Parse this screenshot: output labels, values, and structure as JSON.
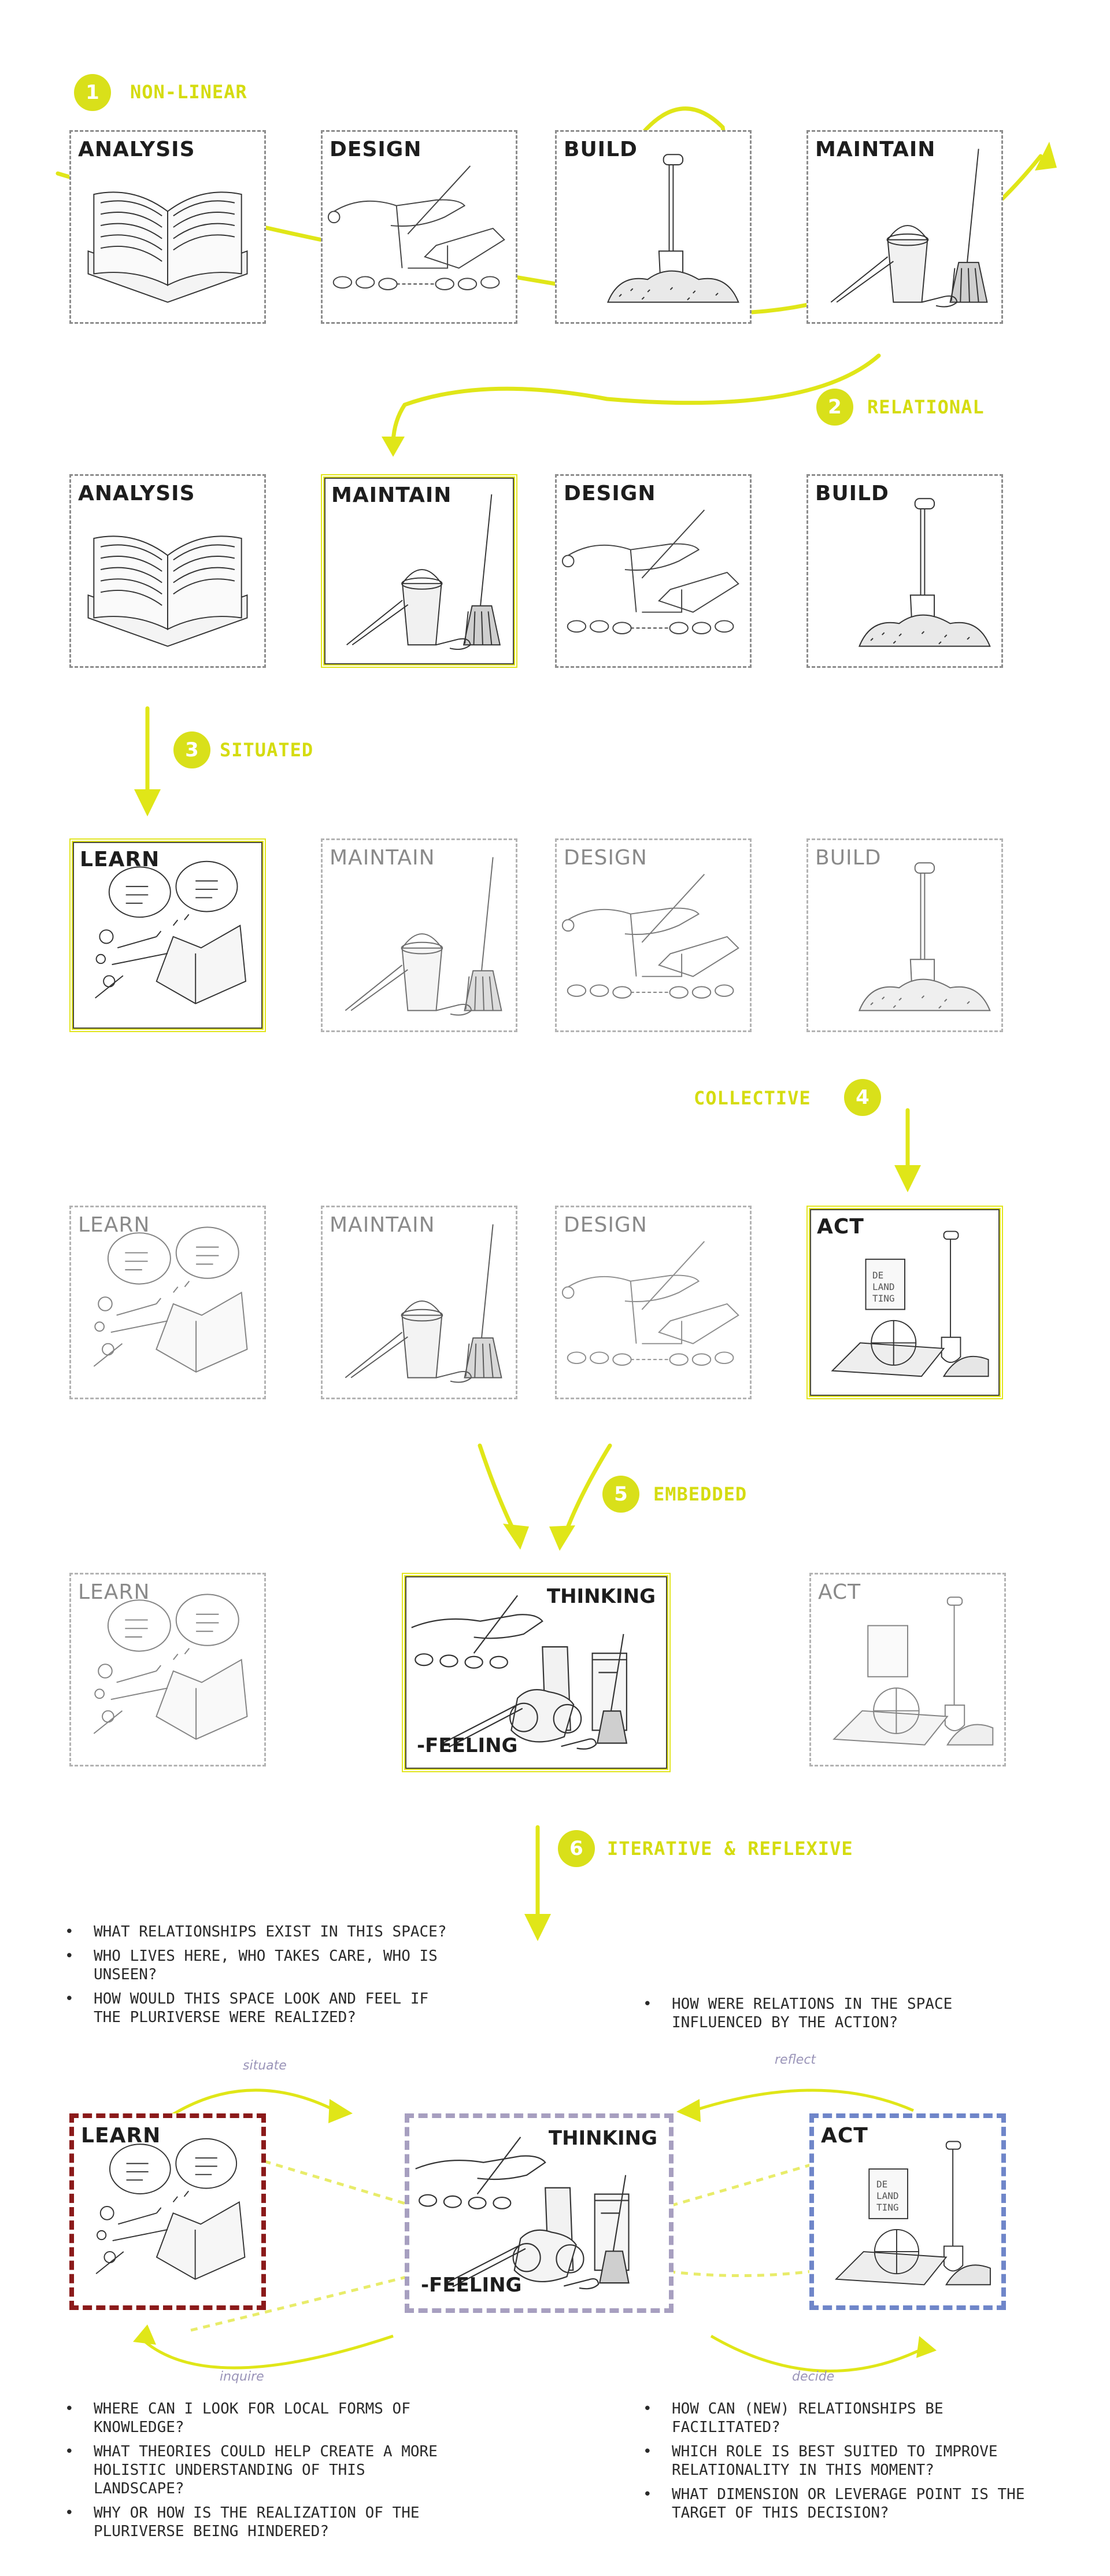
{
  "colors": {
    "accent": "#d9e01a",
    "learn": "#8b1a1a",
    "thinking": "#a79fc0",
    "act": "#6f86c9",
    "dash": "#8c8c8c"
  },
  "steps": [
    {
      "num": "1",
      "label": "NON-LINEAR"
    },
    {
      "num": "2",
      "label": "RELATIONAL"
    },
    {
      "num": "3",
      "label": "SITUATED"
    },
    {
      "num": "4",
      "label": "COLLECTIVE"
    },
    {
      "num": "5",
      "label": "EMBEDDED"
    },
    {
      "num": "6",
      "label": "ITERATIVE & REFLEXIVE"
    }
  ],
  "cards": {
    "row1": [
      "ANALYSIS",
      "DESIGN",
      "BUILD",
      "MAINTAIN"
    ],
    "row2": [
      "ANALYSIS",
      "MAINTAIN",
      "DESIGN",
      "BUILD"
    ],
    "row3": [
      "LEARN",
      "MAINTAIN",
      "DESIGN",
      "BUILD"
    ],
    "row4": [
      "LEARN",
      "MAINTAIN",
      "DESIGN",
      "ACT"
    ],
    "row5": {
      "left": "LEARN",
      "center_top": "THINKING",
      "center_bottom": "-FEELING",
      "right": "ACT"
    },
    "row6": {
      "left": "LEARN",
      "center_top": "THINKING",
      "center_bottom": "-FEELING",
      "right": "ACT"
    }
  },
  "sign_text": [
    "DE",
    "LAND",
    "TING"
  ],
  "loop_labels": {
    "situate": "situate",
    "reflect": "reflect",
    "inquire": "inquire",
    "decide": "decide"
  },
  "questions": {
    "top_left": [
      "WHAT RELATIONSHIPS EXIST IN THIS SPACE?",
      "WHO LIVES HERE, WHO TAKES CARE, WHO IS UNSEEN?",
      "HOW WOULD THIS SPACE LOOK AND FEEL IF THE PLURIVERSE WERE REALIZED?"
    ],
    "top_right": [
      "HOW WERE RELATIONS IN THE SPACE INFLUENCED BY THE ACTION?"
    ],
    "bottom_left": [
      "WHERE CAN I LOOK FOR LOCAL FORMS OF KNOWLEDGE?",
      "WHAT THEORIES COULD HELP CREATE A MORE HOLISTIC UNDERSTANDING OF THIS LANDSCAPE?",
      "WHY OR HOW IS THE REALIZATION OF THE PLURIVERSE BEING HINDERED?"
    ],
    "bottom_right": [
      "HOW CAN (NEW) RELATIONSHIPS BE FACILITATED?",
      "WHICH ROLE IS BEST SUITED TO IMPROVE RELATIONALITY IN THIS MOMENT?",
      "WHAT DIMENSION OR LEVERAGE POINT IS THE TARGET OF THIS DECISION?"
    ]
  }
}
